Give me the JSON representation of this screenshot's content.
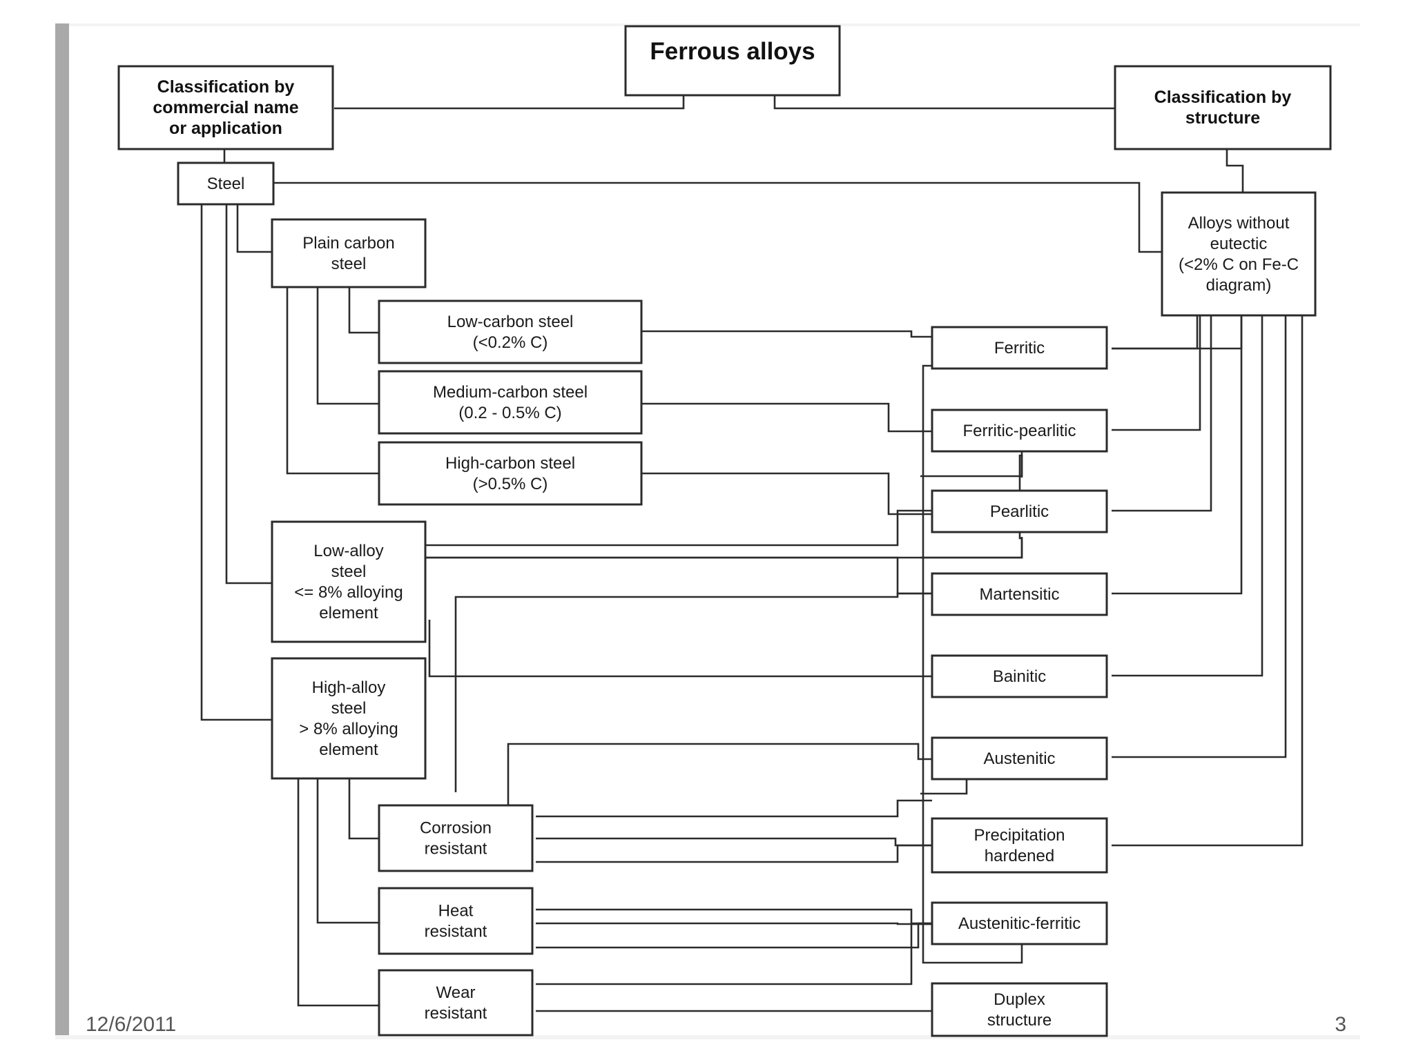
{
  "title": "Ferrous alloys",
  "nodes": {
    "class_commercial": [
      "Classification by",
      "commercial name",
      "or application"
    ],
    "class_structure": [
      "Classification by",
      "structure"
    ],
    "steel": [
      "Steel"
    ],
    "plain_carbon": [
      "Plain carbon",
      "steel"
    ],
    "low_carbon": [
      "Low-carbon steel",
      "(<0.2% C)"
    ],
    "medium_carbon": [
      "Medium-carbon steel",
      "(0.2 - 0.5% C)"
    ],
    "high_carbon": [
      "High-carbon steel",
      "(>0.5% C)"
    ],
    "low_alloy": [
      "Low-alloy",
      "steel",
      "<= 8% alloying",
      "element"
    ],
    "high_alloy": [
      "High-alloy",
      "steel",
      "> 8% alloying",
      "element"
    ],
    "corrosion": [
      "Corrosion",
      "resistant"
    ],
    "heat": [
      "Heat",
      "resistant"
    ],
    "wear": [
      "Wear",
      "resistant"
    ],
    "no_eutectic": [
      "Alloys without",
      "eutectic",
      "(<2% C on Fe-C",
      "diagram)"
    ],
    "ferritic": [
      "Ferritic"
    ],
    "ferritic_pearlitic": [
      "Ferritic-pearlitic"
    ],
    "pearlitic": [
      "Pearlitic"
    ],
    "martensitic": [
      "Martensitic"
    ],
    "bainitic": [
      "Bainitic"
    ],
    "austenitic": [
      "Austenitic"
    ],
    "precipitation": [
      "Precipitation",
      "hardened"
    ],
    "austenitic_ferritic": [
      "Austenitic-ferritic"
    ],
    "duplex": [
      "Duplex",
      "structure"
    ]
  },
  "footer": {
    "date": "12/6/2011",
    "page": "3"
  }
}
